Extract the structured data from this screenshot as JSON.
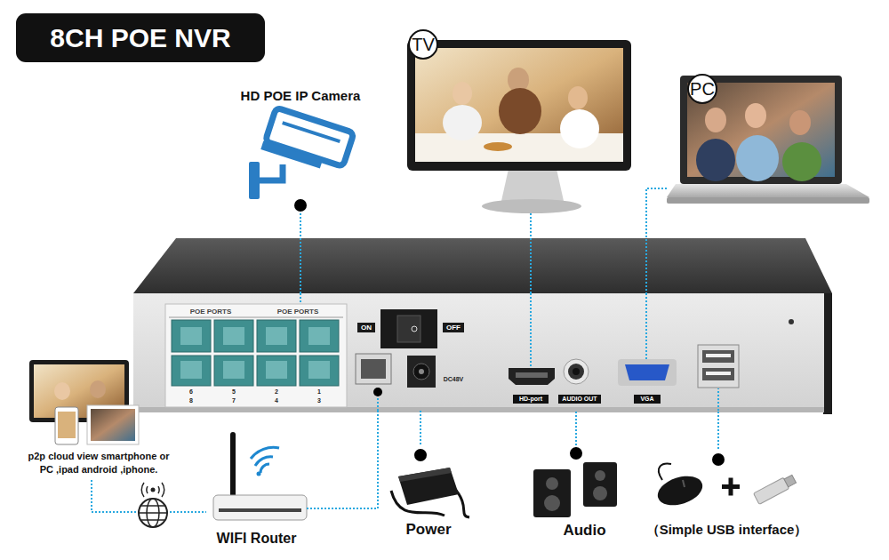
{
  "diagram": {
    "title": "8CH POE NVR",
    "nodes": [
      {
        "text": [
          "HD POE IP Camera"
        ]
      },
      {
        "text": [
          "TV"
        ]
      },
      {
        "text": [
          "PC"
        ]
      },
      {
        "text": [
          "POE PORTS",
          "POE PORTS",
          "ON",
          "OFF",
          "DC48V",
          "HD-port",
          "AUDIO OUT",
          "VGA"
        ]
      },
      {
        "text": [
          "p2p cloud view smartphone or PC ,ipad android ,iphone."
        ]
      },
      {
        "text": [
          "WIFI Router"
        ]
      },
      {
        "text": [
          "Power"
        ]
      },
      {
        "text": [
          "Audio"
        ]
      },
      {
        "text": [
          "（Simple USB interface）"
        ]
      }
    ],
    "edges": [
      {
        "from": 0,
        "to": 3,
        "arrow": "none"
      },
      {
        "from": 1,
        "to": 3,
        "arrow": "none"
      },
      {
        "from": 2,
        "to": 3,
        "arrow": "none"
      },
      {
        "from": 4,
        "to": 5,
        "arrow": "none"
      },
      {
        "from": 5,
        "to": 3,
        "arrow": "none"
      },
      {
        "from": 6,
        "to": 3,
        "arrow": "none"
      },
      {
        "from": 7,
        "to": 3,
        "arrow": "none"
      },
      {
        "from": 8,
        "to": 3,
        "arrow": "none"
      }
    ],
    "labels": [
      "6",
      "5",
      "2",
      "1",
      "8",
      "7",
      "4",
      "3"
    ]
  }
}
